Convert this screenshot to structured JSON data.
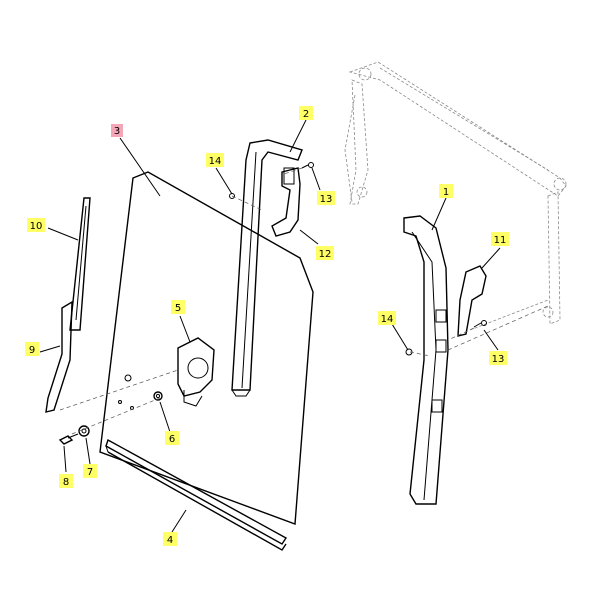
{
  "colors": {
    "callout_bg": "#ffff66",
    "callout_bg_highlight": "#f4a6b6",
    "line": "#000000",
    "ghost_frame": "#8a8a8a"
  },
  "callouts": [
    {
      "id": "3",
      "label": "3",
      "highlight": true
    },
    {
      "id": "2",
      "label": "2"
    },
    {
      "id": "1",
      "label": "1"
    },
    {
      "id": "14a",
      "label": "14"
    },
    {
      "id": "13a",
      "label": "13"
    },
    {
      "id": "12",
      "label": "12"
    },
    {
      "id": "11",
      "label": "11"
    },
    {
      "id": "10",
      "label": "10"
    },
    {
      "id": "14b",
      "label": "14"
    },
    {
      "id": "13b",
      "label": "13"
    },
    {
      "id": "5",
      "label": "5"
    },
    {
      "id": "9",
      "label": "9"
    },
    {
      "id": "6",
      "label": "6"
    },
    {
      "id": "8",
      "label": "8"
    },
    {
      "id": "7",
      "label": "7"
    },
    {
      "id": "4",
      "label": "4"
    }
  ]
}
